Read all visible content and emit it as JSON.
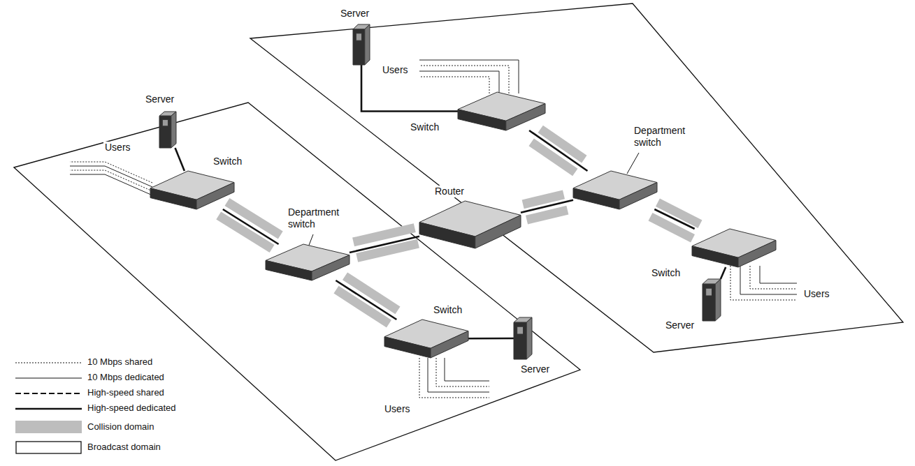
{
  "diagram": {
    "nodes": [
      {
        "text": [
          "Server"
        ]
      },
      {
        "text": [
          "Switch"
        ]
      },
      {
        "text": [
          "Department switch"
        ]
      },
      {
        "text": [
          "Switch"
        ]
      },
      {
        "text": [
          "Server"
        ]
      },
      {
        "text": [
          "Server"
        ]
      },
      {
        "text": [
          "Switch"
        ]
      },
      {
        "text": [
          "Router"
        ]
      },
      {
        "text": [
          "Department switch"
        ]
      },
      {
        "text": [
          "Switch"
        ]
      },
      {
        "text": [
          "Server"
        ]
      }
    ],
    "edges": [
      {
        "from": 0,
        "to": 1,
        "arrow": "none"
      },
      {
        "from": 1,
        "to": 2,
        "arrow": "none"
      },
      {
        "from": 2,
        "to": 3,
        "arrow": "none"
      },
      {
        "from": 3,
        "to": 4,
        "arrow": "none"
      },
      {
        "from": 2,
        "to": 7,
        "arrow": "none"
      },
      {
        "from": 5,
        "to": 6,
        "arrow": "none"
      },
      {
        "from": 6,
        "to": 8,
        "arrow": "none"
      },
      {
        "from": 7,
        "to": 8,
        "arrow": "none"
      },
      {
        "from": 8,
        "to": 9,
        "arrow": "none"
      },
      {
        "from": 9,
        "to": 10,
        "arrow": "none"
      }
    ],
    "labels": [
      "Users",
      "Users",
      "Users",
      "Users"
    ],
    "legend": [
      {
        "text": "10 Mbps shared"
      },
      {
        "text": "10 Mbps dedicated"
      },
      {
        "text": "High-speed shared"
      },
      {
        "text": "High-speed dedicated"
      },
      {
        "text": "Collision domain",
        "color": "#bdbdbd"
      },
      {
        "text": "Broadcast domain"
      }
    ]
  }
}
